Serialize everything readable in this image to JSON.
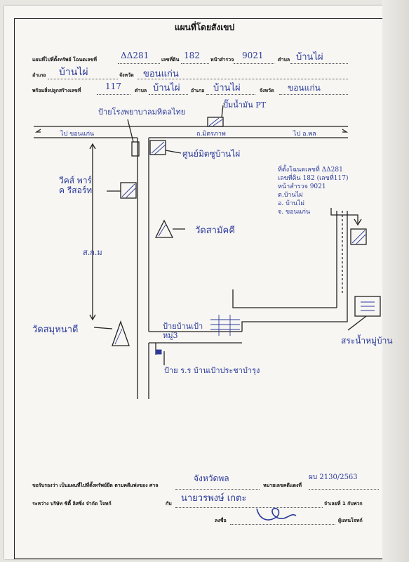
{
  "header": {
    "title": "แผนที่โดยสังเขป",
    "row1": {
      "deed_label": "แผนที่ไปที่ตั้งทรัพย์ โฉนดเลขที่",
      "deed_value": "ΔΔ281",
      "land_label": "เลขที่ดิน",
      "land_value": "182",
      "survey_label": "หน้าสำรวจ",
      "survey_value": "9021",
      "subdistrict_label": "ตำบล",
      "subdistrict_value": "บ้านไผ่"
    },
    "row2": {
      "district_label": "อำเภอ",
      "district_value": "บ้านไผ่",
      "province_label": "จังหวัด",
      "province_value": "ขอนแก่น"
    },
    "row3": {
      "house_label": "พร้อมสิ่งปลูกสร้างเลขที่",
      "house_value": "117",
      "subdistrict_label": "ตำบล",
      "subdistrict_value": "บ้านไผ่",
      "district_label": "อำเภอ",
      "district_value": "บ้านไผ่",
      "province_label": "จังหวัด",
      "province_value": "ขอนแก่น"
    }
  },
  "map": {
    "label_hospital": "ป้ายโรงพยาบาลมหิดลไทย",
    "label_pt": "ปั๊มน้ำมัน PT",
    "road_left": "ไป ขอนแก่น",
    "road_center": "ถ.มิตรภาพ",
    "road_right": "ไป อ.พล",
    "label_center": "ศูนย์มิตซูบ้านไผ่",
    "label_park": "วีคส์ พาร์ค รีสอร์ท",
    "label_temple1": "วัดสามัคคี",
    "label_highway": "ส.ก.ม",
    "label_temple2": "วัดสมุหนาดี",
    "label_village_sign": "ป้ายบ้านเป้า หมู่3",
    "label_school_sign": "ป้าย ร.ร บ้านเป้าประชาบำรุง",
    "label_pond": "สระน้ำหมู่บ้าน",
    "note": [
      "ที่ตั้งโฉนดเลขที่ ΔΔ281",
      "เลขที่ดิน 182 (เลขที่117)",
      "หน้าสำรวจ 9021",
      "ต.บ้านไผ่",
      "อ. บ้านไผ่",
      "จ. ขอนแก่น"
    ]
  },
  "footer": {
    "certify_label": "ขอรับรองว่า เป็นแผนที่ไปที่ตั้งทรัพย์ยึด ตามคดีแพ่งของ ศาล",
    "court_value": "จังหวัดพล",
    "case_label": "หมายเลขคดีแดงที่",
    "case_value": "ผบ 2130/2563",
    "between_label": "ระหว่าง บริษัท ซิตี้ ลิสซิ่ง จำกัด โจทก์",
    "with_label": "กับ",
    "defendant_value": "นายวรพงษ์ เกตะ",
    "defendant_label": "จำเลยที่ 1 กับพวก",
    "sign_label": "ลงชื่อ",
    "signer_label": "ผู้แทนโจทก์"
  }
}
